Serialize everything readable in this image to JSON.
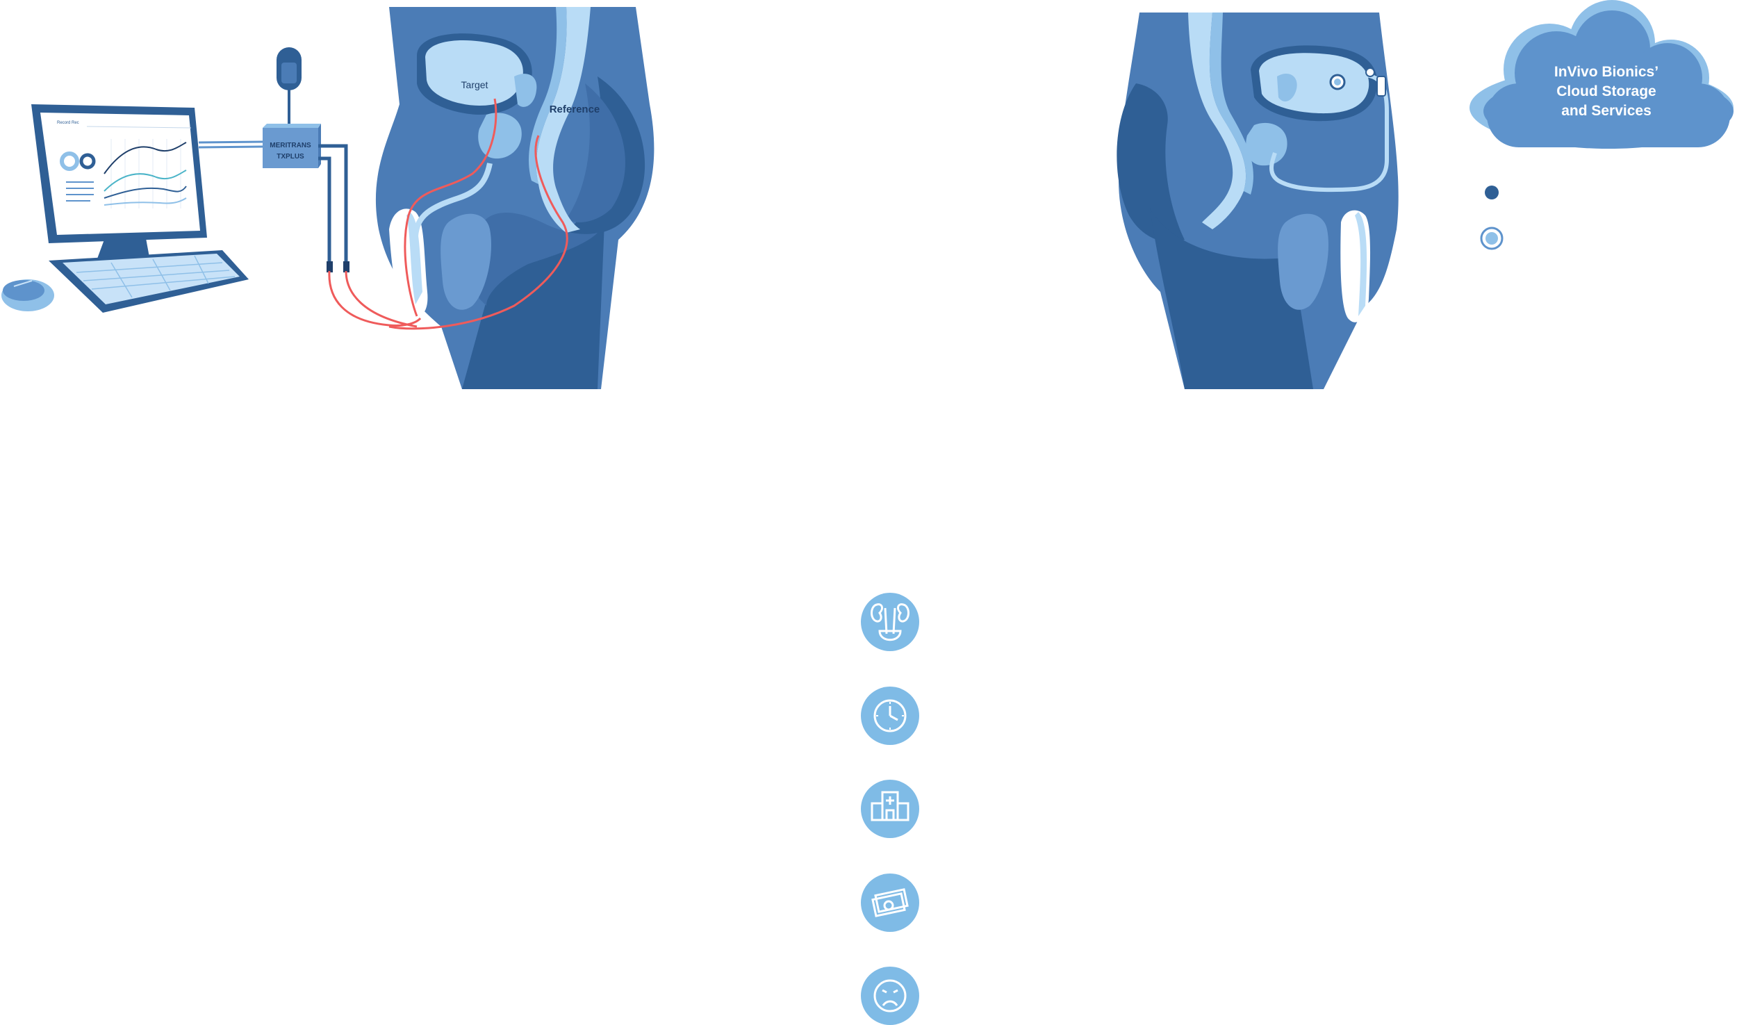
{
  "left_panel": {
    "device_label_line1": "MERITRANS",
    "device_label_line2": "TXPLUS",
    "target_label": "Target",
    "reference_label": "Reference",
    "screen_title": "Record Rec"
  },
  "right_panel": {
    "cloud_label_line1": "InVivo Bionics’",
    "cloud_label_line2": "Cloud Storage",
    "cloud_label_line3": "and Services"
  },
  "feature_icons": [
    {
      "icon": "kidney-bladder-icon"
    },
    {
      "icon": "clock-icon"
    },
    {
      "icon": "hospital-icon"
    },
    {
      "icon": "money-icon"
    },
    {
      "icon": "frown-face-icon"
    }
  ],
  "colors": {
    "body_dark": "#2f5f95",
    "body_mid": "#4b7cb6",
    "body_light": "#6a9ad0",
    "organ_pale": "#b9dcf6",
    "wire_red": "#ef5b5b",
    "icon_circle": "#7fbbe6",
    "cloud": "#5e93cc"
  }
}
